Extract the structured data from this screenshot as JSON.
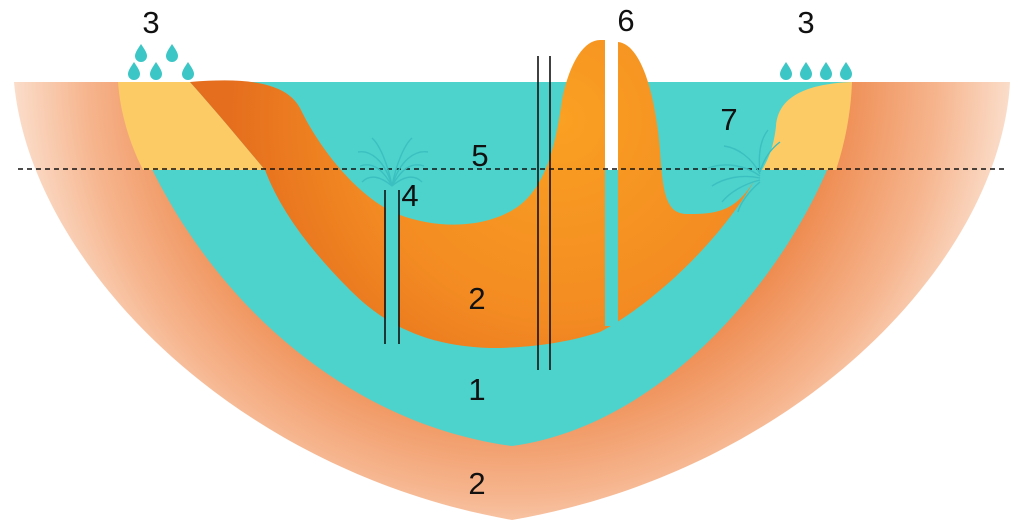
{
  "labels": {
    "aquifer": "1",
    "aquitard_upper": "2",
    "aquitard_lower": "2",
    "recharge_left": "3",
    "recharge_right": "3",
    "artesian_well": "4",
    "piezometric_level": "5",
    "well": "6",
    "spring": "7"
  },
  "colors": {
    "aquifer": "#4DD3CC",
    "impermeable_layer": "#F08A2E",
    "impermeable_layer_light": "#F9A23A",
    "recharge_zone": "#FCCB66",
    "outer_rock_edge": "#FBE3D3",
    "outer_rock_core": "#F29A6A",
    "water": "#3CC6C6",
    "lines": "#111111"
  }
}
